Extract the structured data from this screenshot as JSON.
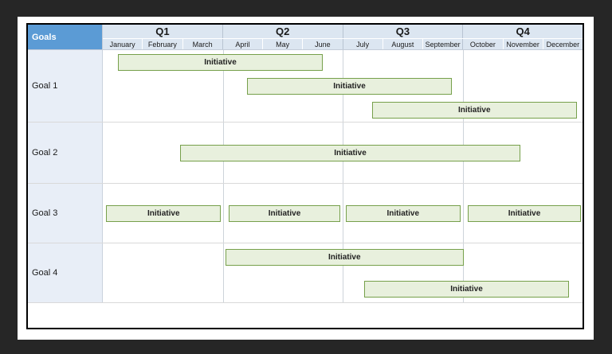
{
  "window": {
    "backdrop_color": "#262626",
    "page_color": "#ffffff"
  },
  "colors": {
    "corner_bg": "#5b9bd5",
    "corner_text": "#ffffff",
    "header_bg": "#dce6f1",
    "goal_column_bg": "#e8eef7",
    "bar_fill": "#e8f0dd",
    "bar_border": "#76a04b",
    "grid_line": "#d9d9d9",
    "quarter_line": "#cdd3da",
    "table_border": "#000000"
  },
  "chart_data": {
    "type": "bar",
    "subtype": "gantt-roadmap",
    "title": "",
    "corner_header": "Goals",
    "x_unit": "months",
    "x_range": [
      0,
      12
    ],
    "grid": "quarter-boundary-lines-only",
    "legend": "none",
    "quarters": [
      {
        "label": "Q1",
        "months": [
          "January",
          "February",
          "March"
        ]
      },
      {
        "label": "Q2",
        "months": [
          "April",
          "May",
          "June"
        ]
      },
      {
        "label": "Q3",
        "months": [
          "July",
          "August",
          "September"
        ]
      },
      {
        "label": "Q4",
        "months": [
          "October",
          "November",
          "December"
        ]
      }
    ],
    "rows": [
      {
        "goal": "Goal 1",
        "lanes": 3,
        "bars": [
          {
            "label": "Initiative",
            "start": 0.38,
            "end": 5.5,
            "lane": 0
          },
          {
            "label": "Initiative",
            "start": 3.61,
            "end": 8.73,
            "lane": 1
          },
          {
            "label": "Initiative",
            "start": 6.73,
            "end": 11.86,
            "lane": 2
          }
        ]
      },
      {
        "goal": "Goal 2",
        "lanes": 1,
        "bars": [
          {
            "label": "Initiative",
            "start": 1.94,
            "end": 10.44,
            "lane": 0
          }
        ]
      },
      {
        "goal": "Goal 3",
        "lanes": 1,
        "bars": [
          {
            "label": "Initiative",
            "start": 0.08,
            "end": 2.96,
            "lane": 0
          },
          {
            "label": "Initiative",
            "start": 3.14,
            "end": 5.95,
            "lane": 0
          },
          {
            "label": "Initiative",
            "start": 6.07,
            "end": 8.95,
            "lane": 0
          },
          {
            "label": "Initiative",
            "start": 9.13,
            "end": 11.96,
            "lane": 0
          }
        ]
      },
      {
        "goal": "Goal 4",
        "lanes": 2,
        "bars": [
          {
            "label": "Initiative",
            "start": 3.06,
            "end": 9.03,
            "lane": 0
          },
          {
            "label": "Initiative",
            "start": 6.53,
            "end": 11.67,
            "lane": 1
          }
        ]
      }
    ]
  }
}
